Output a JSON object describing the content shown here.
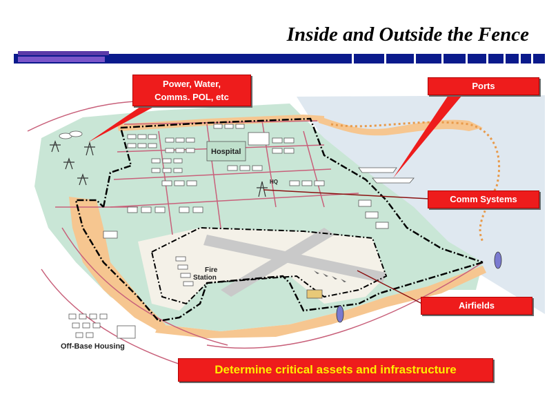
{
  "slide": {
    "title": "Inside and Outside the Fence"
  },
  "callouts": {
    "utilities_line1": "Power,  Water,",
    "utilities_line2": "Comms. POL, etc",
    "ports": "Ports",
    "comm_systems": "Comm Systems",
    "airfields": "Airfields",
    "summary": "Determine critical assets and infrastructure"
  },
  "map_labels": {
    "hospital": "Hospital",
    "hq": "HQ",
    "fire_station_line1": "Fire",
    "fire_station_line2": "Station",
    "off_base_housing": "Off-Base  Housing"
  },
  "colors": {
    "callout_red": "#ee1c1c",
    "summary_text": "#ffee00",
    "header_band": "#0a1a8c",
    "land_green": "#c9e6d6",
    "water": "#dfe8f0",
    "buffer_orange": "#f6c690",
    "fence_black": "#000000",
    "road_pink": "#c8607a"
  }
}
